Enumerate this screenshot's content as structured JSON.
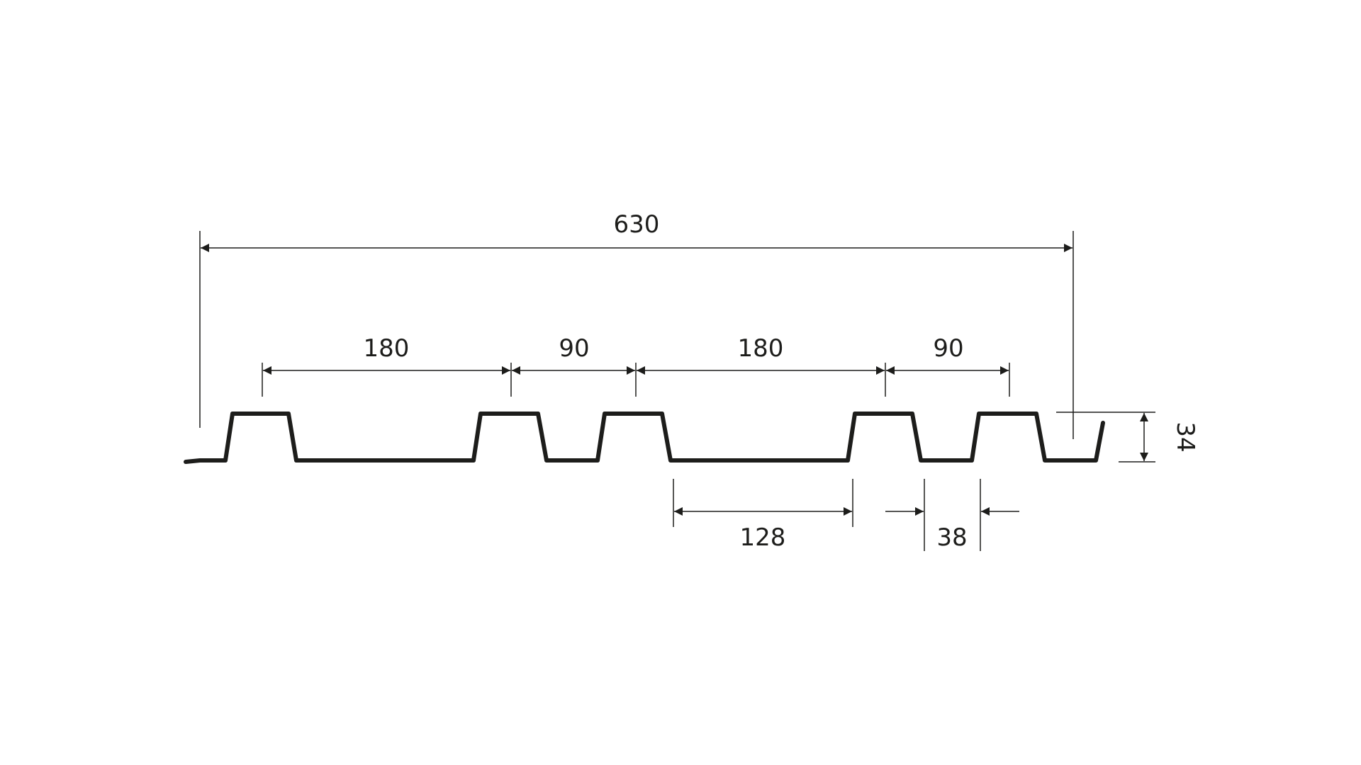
{
  "colors": {
    "background": "#ffffff",
    "line": "#1d1d1b"
  },
  "dimensions": {
    "total_width": "630",
    "wide_pitch_1": "180",
    "narrow_pitch_1": "90",
    "wide_pitch_2": "180",
    "narrow_pitch_2": "90",
    "valley_width": "128",
    "rib_bottom_width": "38",
    "profile_height": "34"
  }
}
